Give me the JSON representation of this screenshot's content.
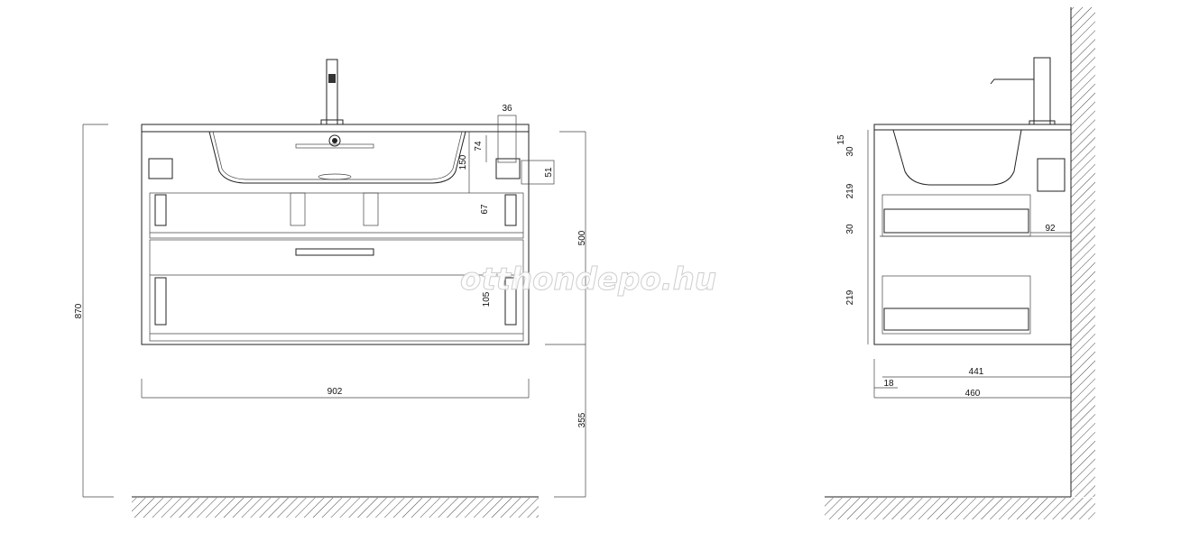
{
  "watermark": "otthondepo.hu",
  "front_view": {
    "total_height": "870",
    "width": "902",
    "cabinet_height": "500",
    "mount_height": "355",
    "bracket_w": "36",
    "bracket_v": "74",
    "basin_depth": "150",
    "bracket_h": "51",
    "drawer1_gap": "67",
    "drawer2_gap": "105"
  },
  "side_view": {
    "top": "15",
    "g1": "30",
    "h1": "219",
    "g2": "30",
    "h2": "219",
    "offset": "92",
    "depth_inner": "441",
    "side": "18",
    "depth_total": "460"
  }
}
